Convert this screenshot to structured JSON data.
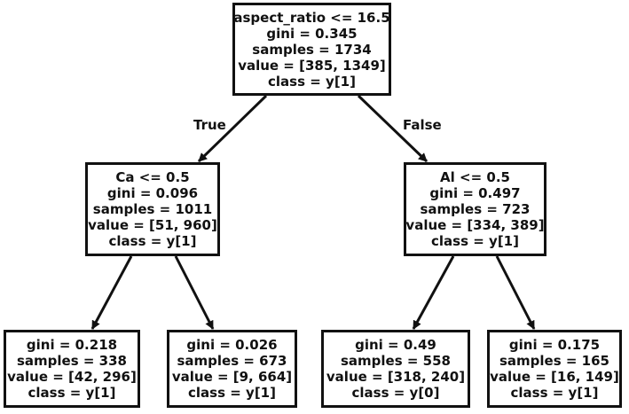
{
  "tree": {
    "root": {
      "lines": [
        "aspect_ratio <= 16.5",
        "gini = 0.345",
        "samples = 1734",
        "value = [385, 1349]",
        "class = y[1]"
      ]
    },
    "left": {
      "lines": [
        "Ca <= 0.5",
        "gini = 0.096",
        "samples = 1011",
        "value = [51, 960]",
        "class = y[1]"
      ]
    },
    "right": {
      "lines": [
        "Al <= 0.5",
        "gini = 0.497",
        "samples = 723",
        "value = [334, 389]",
        "class = y[1]"
      ]
    },
    "left_left": {
      "lines": [
        "gini = 0.218",
        "samples = 338",
        "value = [42, 296]",
        "class = y[1]"
      ]
    },
    "left_right": {
      "lines": [
        "gini = 0.026",
        "samples = 673",
        "value = [9, 664]",
        "class = y[1]"
      ]
    },
    "right_left": {
      "lines": [
        "gini = 0.49",
        "samples = 558",
        "value = [318, 240]",
        "class = y[0]"
      ]
    },
    "right_right": {
      "lines": [
        "gini = 0.175",
        "samples = 165",
        "value = [16, 149]",
        "class = y[1]"
      ]
    }
  },
  "edge_labels": {
    "true": "True",
    "false": "False"
  }
}
